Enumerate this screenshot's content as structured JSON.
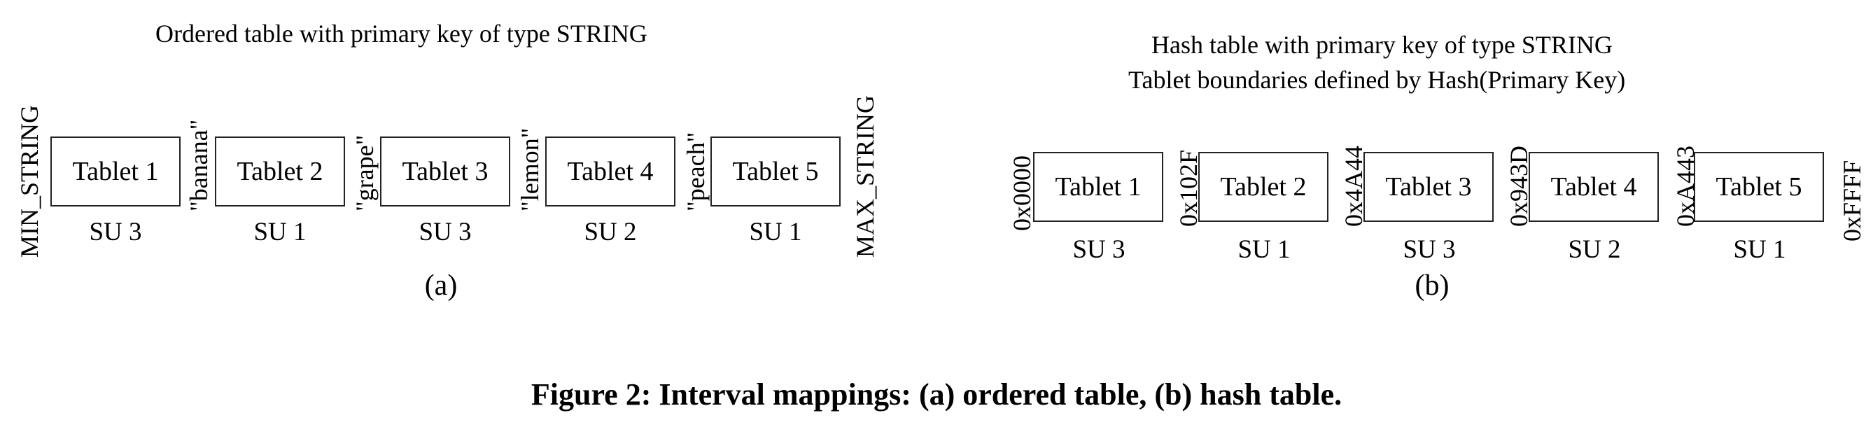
{
  "ordered": {
    "title": "Ordered table with primary key of type STRING",
    "boundaries": [
      "MIN_STRING",
      "\"banana\"",
      "\"grape\"",
      "\"lemon\"",
      "\"peach\"",
      "MAX_STRING"
    ],
    "tablets": [
      {
        "label": "Tablet 1",
        "su": "SU 3"
      },
      {
        "label": "Tablet 2",
        "su": "SU 1"
      },
      {
        "label": "Tablet 3",
        "su": "SU 3"
      },
      {
        "label": "Tablet 4",
        "su": "SU 2"
      },
      {
        "label": "Tablet 5",
        "su": "SU 1"
      }
    ],
    "sublabel": "(a)"
  },
  "hash": {
    "title_line1": "Hash table with primary key of type STRING",
    "title_line2": "Tablet boundaries defined by Hash(Primary Key)",
    "boundaries": [
      "0x0000",
      "0x102F",
      "0x4A44",
      "0x943D",
      "0xA443",
      "0xFFFF"
    ],
    "tablets": [
      {
        "label": "Tablet 1",
        "su": "SU 3"
      },
      {
        "label": "Tablet 2",
        "su": "SU 1"
      },
      {
        "label": "Tablet 3",
        "su": "SU 3"
      },
      {
        "label": "Tablet 4",
        "su": "SU 2"
      },
      {
        "label": "Tablet 5",
        "su": "SU 1"
      }
    ],
    "sublabel": "(b)"
  },
  "caption": "Figure 2: Interval mappings: (a) ordered table, (b) hash table."
}
